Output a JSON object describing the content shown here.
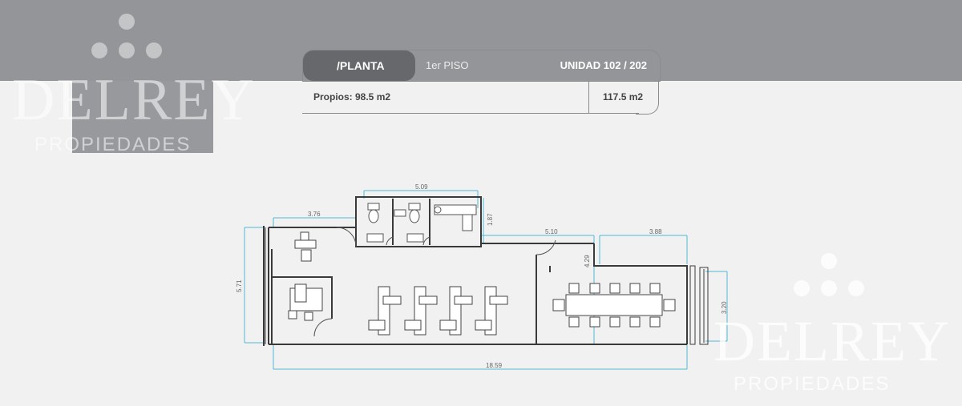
{
  "header": {
    "tab_label": "/PLANTA",
    "floor_label": "1er PISO",
    "unit_label": "UNIDAD 102 / 202",
    "own_area": "Propios: 98.5 m2",
    "total_area": "117.5 m2"
  },
  "watermark": {
    "brand": "DELREY",
    "sub": "PROPIEDADES"
  },
  "dimensions": {
    "bath_width": "5.09",
    "left_room_width": "3.76",
    "bath_depth": "1.87",
    "corridor_width": "5.10",
    "meeting_width": "3.88",
    "left_height": "5.71",
    "meeting_depth": "4.29",
    "right_height": "3.20",
    "total_length": "18.59"
  },
  "colors": {
    "band": "#939598",
    "tab_active": "#67686b",
    "dimension_line": "#52b9d3",
    "wall": "#3a3a3a"
  }
}
